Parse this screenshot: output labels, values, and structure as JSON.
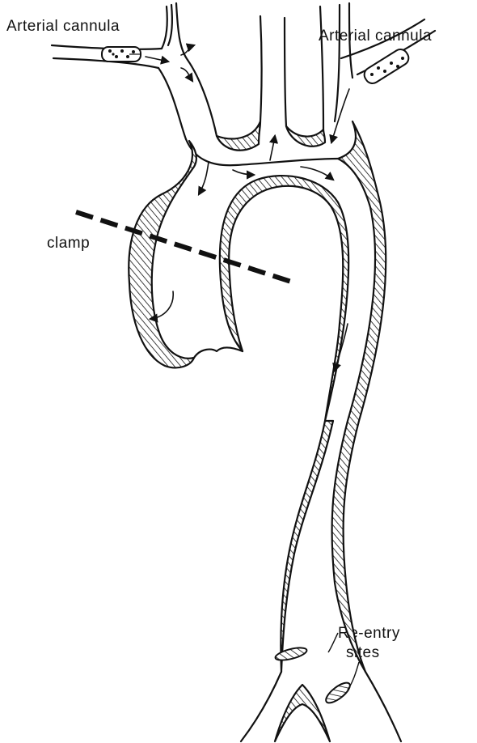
{
  "labels": {
    "cannula_left": "Arterial cannula",
    "cannula_right": "Arterial cannula",
    "clamp": "clamp",
    "reentry_line1": "Re-entry",
    "reentry_line2": "sites"
  },
  "colors": {
    "ink": "#111111",
    "background": "#ffffff"
  }
}
